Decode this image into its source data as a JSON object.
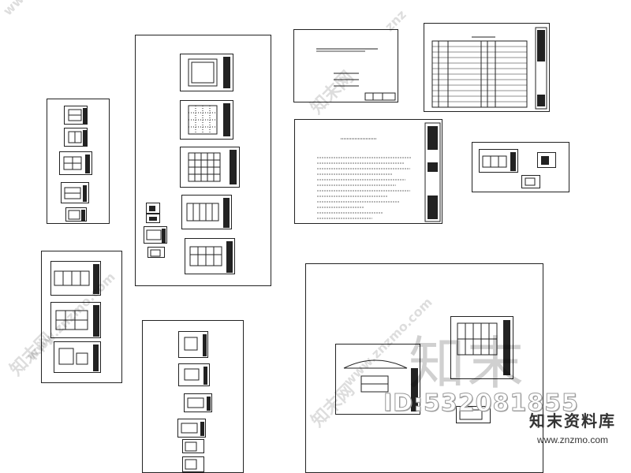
{
  "watermark": {
    "site": "www.znzmo.com",
    "short": "znz",
    "logo_cn": "知末网",
    "big_logo": "知末",
    "id": "ID:532081855",
    "brand_cn": "知末资料库",
    "brand_url": "www.znzmo.com"
  },
  "colors": {
    "line": "#222222",
    "watermark": "#999999"
  }
}
